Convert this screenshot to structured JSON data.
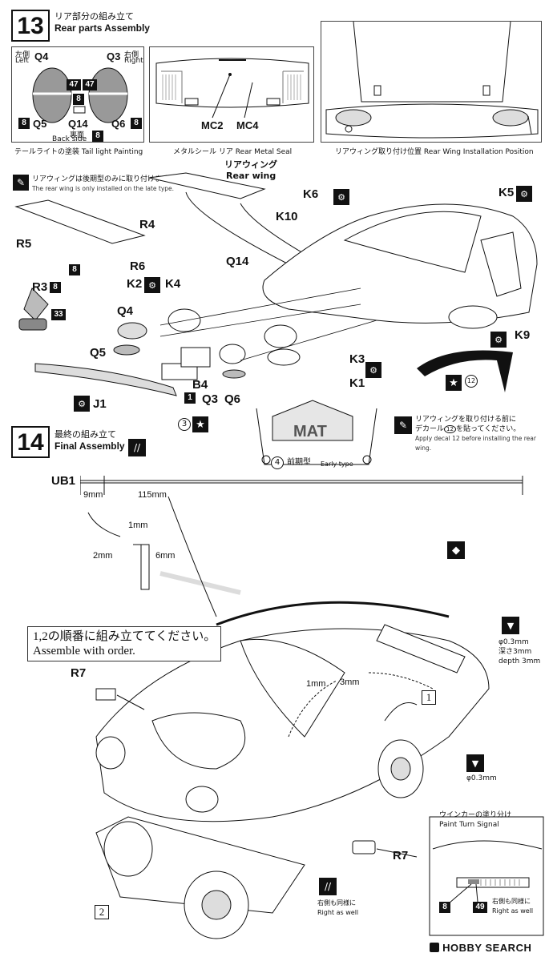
{
  "step13": {
    "number": "13",
    "title_jp": "リア部分の組み立て",
    "title_en": "Rear parts Assembly",
    "tail_light": {
      "left_jp": "左側",
      "left_en": "Left",
      "left_part": "Q4",
      "right_jp": "右側",
      "right_en": "Right",
      "right_part": "Q3",
      "part_q14": "Q14",
      "back_jp": "裏面",
      "back_en": "Back side",
      "part_q5": "Q5",
      "part_q6": "Q6",
      "color_8": "8",
      "color_47": "47",
      "caption": "テールライトの塗装 Tail light Painting"
    },
    "metal_seal": {
      "mc2": "MC2",
      "mc4": "MC4",
      "caption": "メタルシール リア Rear Metal Seal"
    },
    "wing_position": {
      "caption": "リアウィング取り付け位置 Rear Wing Installation Position"
    },
    "wing_note": {
      "jp": "リアウィングは後期型のみに取り付けます。",
      "en": "The rear wing is only installed on the late type."
    },
    "rear_wing_jp": "リアウィング",
    "rear_wing_en": "Rear wing",
    "parts": {
      "r4": "R4",
      "r5": "R5",
      "r6": "R6",
      "r3": "R3",
      "q4": "Q4",
      "q5": "Q5",
      "j1": "J1",
      "k2": "K2",
      "k4": "K4",
      "q14": "Q14",
      "b4": "B4",
      "q3": "Q3",
      "q6": "Q6",
      "k3": "K3",
      "k1": "K1",
      "k6": "K6",
      "k10": "K10",
      "k5": "K5",
      "k9": "K9"
    },
    "colors": {
      "c8": "8",
      "c33": "33",
      "c1": "1"
    },
    "decal_3": "3",
    "decal_12": "12",
    "decal_4": "4",
    "early_type_jp": "前期型",
    "early_type_en": "Early type",
    "mat": "MAT",
    "decal_note": {
      "jp1": "リアウィングを取り付ける前に",
      "jp2_pre": "デカール",
      "jp2_num": "12",
      "jp2_post": "を貼ってください。",
      "en_pre": "Apply decal",
      "en_num": "12",
      "en_post": "before installing the rear wing."
    }
  },
  "step14": {
    "number": "14",
    "title_jp": "最終の組み立て",
    "title_en": "Final Assembly",
    "ub1": "UB1",
    "dim_9": "9mm",
    "dim_115": "115mm",
    "dim_1": "1mm",
    "dim_2": "2mm",
    "dim_6": "6mm",
    "order_jp": "1,2の順番に組み立ててください。",
    "order_en": "Assemble with order.",
    "r7_top": "R7",
    "r7_bottom": "R7",
    "dim_1b": "1mm",
    "dim_3": "3mm",
    "drill_a_dia": "φ0.3mm",
    "drill_a_depth_jp": "深さ3mm",
    "drill_a_depth_en": "depth 3mm",
    "drill_b_dia": "φ0.3mm",
    "order_1": "1",
    "order_2": "2",
    "same_right_jp": "右側も同様に",
    "same_right_en": "Right as well",
    "turn_signal": {
      "title_jp": "ウインカーの塗り分け",
      "title_en": "Paint Turn Signal",
      "color_8": "8",
      "color_49": "49",
      "same_jp": "右側も同様に",
      "same_en": "Right as well"
    }
  },
  "watermark": "HOBBY SEARCH"
}
